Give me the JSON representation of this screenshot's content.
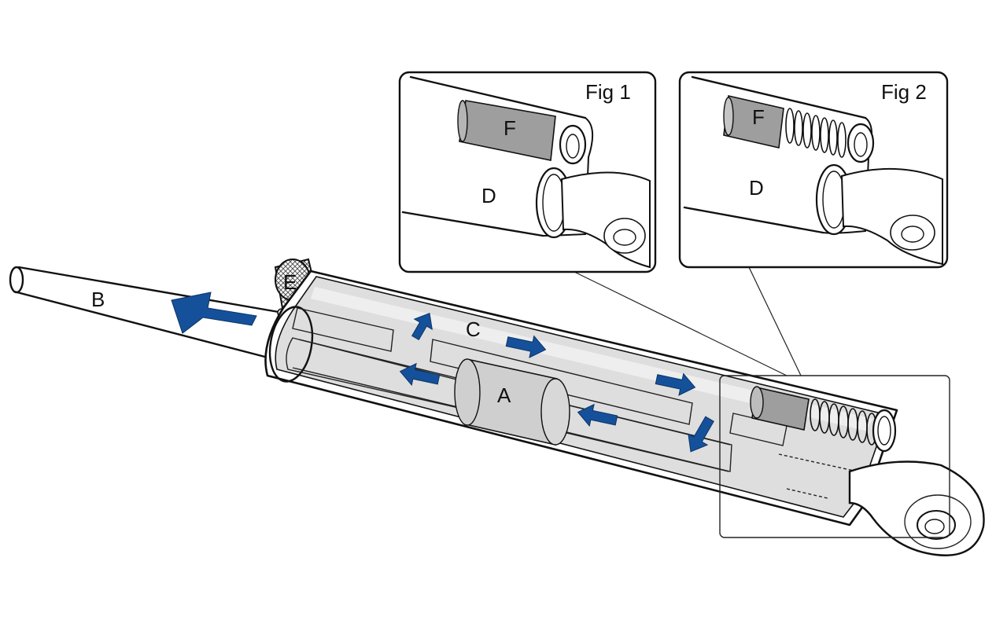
{
  "labels": {
    "A": "A",
    "B": "B",
    "C": "C",
    "D1": "D",
    "D2": "D",
    "E": "E",
    "F1": "F",
    "F2": "F",
    "fig1": "Fig 1",
    "fig2": "Fig 2"
  },
  "colors": {
    "arrow": "#15519a",
    "fluid": "#dedede",
    "piston": "#cfcfcf",
    "check_ball": "#9e9e9e",
    "outline": "#111111"
  }
}
